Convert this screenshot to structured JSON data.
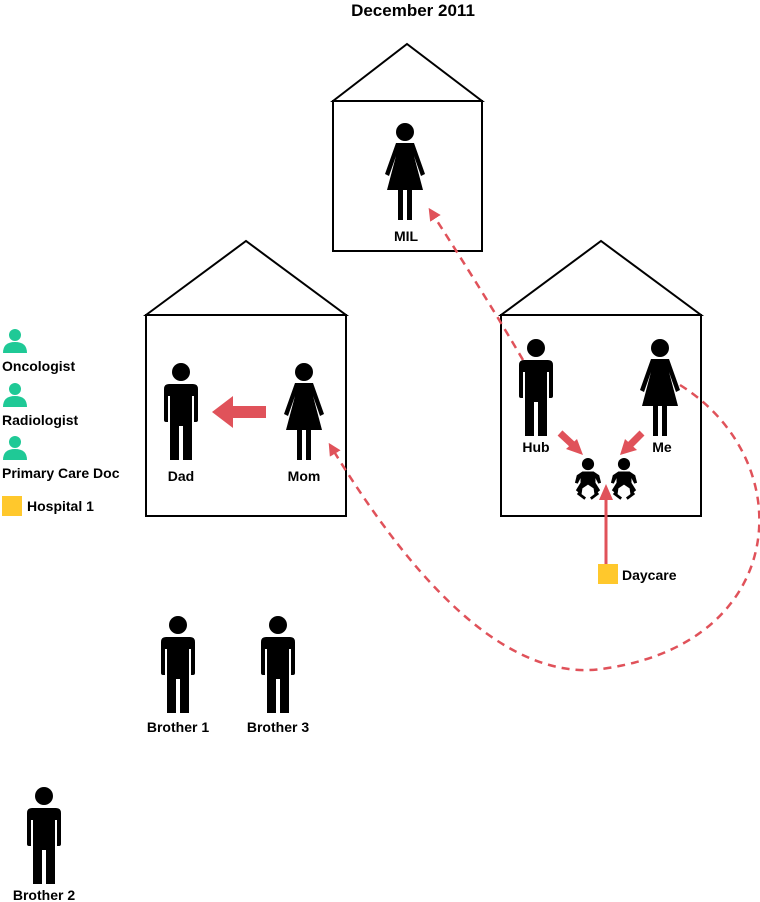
{
  "title": "December 2011",
  "people": {
    "mil": "MIL",
    "dad": "Dad",
    "mom": "Mom",
    "hub": "Hub",
    "me": "Me",
    "brother1": "Brother 1",
    "brother3": "Brother 3",
    "brother2": "Brother 2"
  },
  "legend": {
    "oncologist": "Oncologist",
    "radiologist": "Radiologist",
    "primary_care": "Primary Care Doc",
    "hospital": "Hospital 1"
  },
  "daycare": "Daycare",
  "colors": {
    "arrow": "#e0525a",
    "doctor": "#1fc996",
    "facility": "#ffc82c",
    "ink": "#000000"
  }
}
